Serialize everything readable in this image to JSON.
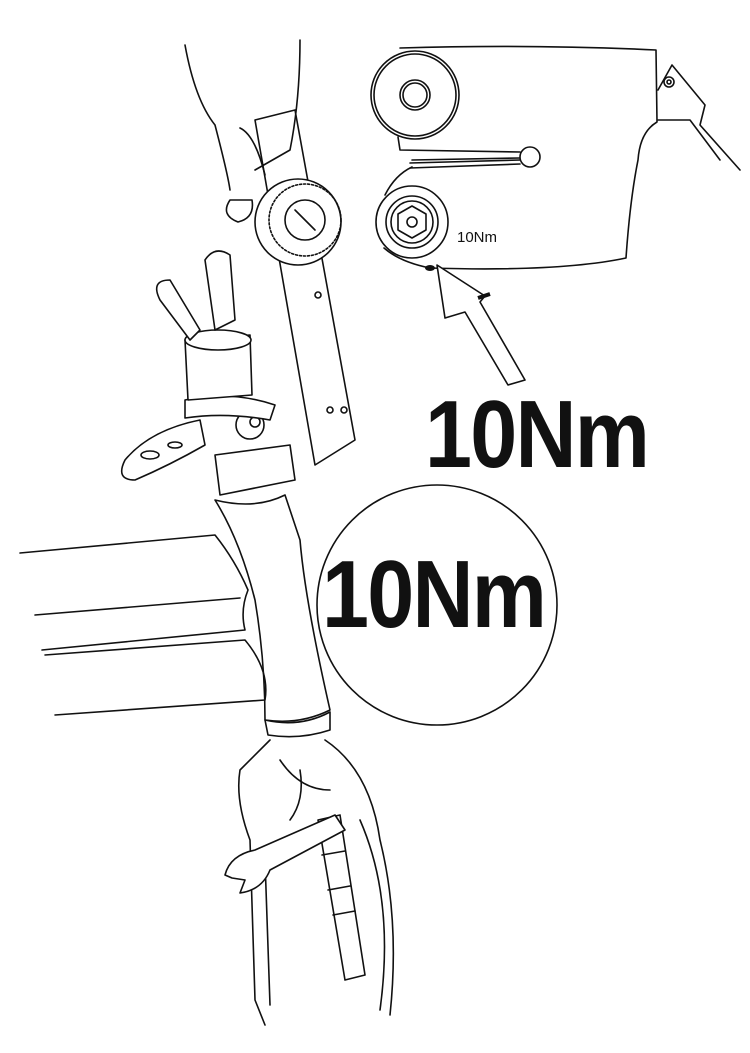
{
  "labels": {
    "inset_torque": "10Nm",
    "headline_torque": "10Nm",
    "circle_torque": "10Nm"
  },
  "colors": {
    "line": "#111111",
    "background": "#ffffff"
  }
}
